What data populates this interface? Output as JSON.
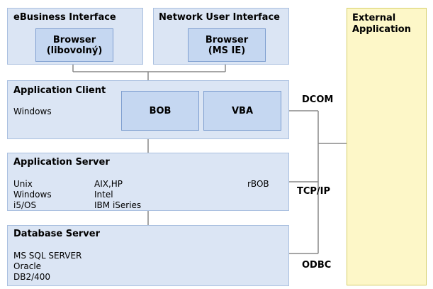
{
  "ebusiness": {
    "title": "eBusiness Interface",
    "browser_line1": "Browser",
    "browser_line2": "(libovolný)"
  },
  "network": {
    "title": "Network User Interface",
    "browser_line1": "Browser",
    "browser_line2": "(MS IE)"
  },
  "app_client": {
    "title": "Application Client",
    "os": "Windows",
    "bob": "BOB",
    "vba": "VBA"
  },
  "app_server": {
    "title": "Application Server",
    "os": [
      "Unix",
      "Windows",
      "i5/OS"
    ],
    "platforms": [
      "AIX,HP",
      "Intel",
      "IBM iSeries"
    ],
    "rbob": "rBOB"
  },
  "db_server": {
    "title": "Database Server",
    "dbs": [
      "MS SQL SERVER",
      "Oracle",
      "DB2/400"
    ]
  },
  "external": {
    "line1": "External",
    "line2": "Application"
  },
  "protocols": {
    "dcom": "DCOM",
    "tcpip": "TCP/IP",
    "odbc": "ODBC"
  }
}
